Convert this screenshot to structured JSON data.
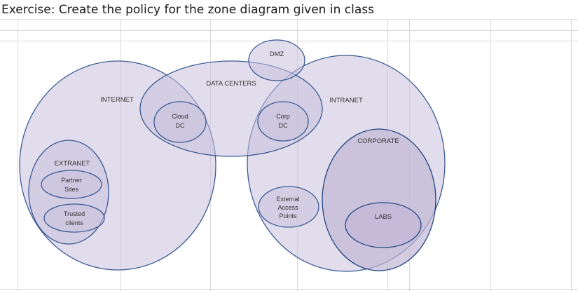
{
  "header": {
    "title": "Exercise: Create the policy for the zone diagram given in class"
  },
  "diagram": {
    "zones": {
      "internet": "INTERNET",
      "data_centers": "DATA CENTERS",
      "dmz": "DMZ",
      "intranet": "INTRANET",
      "extranet": "EXTRANET",
      "partner_sites": [
        "Partner",
        "Sites"
      ],
      "trusted_clients": [
        "Trusted",
        "clients"
      ],
      "cloud_dc": [
        "Cloud",
        "DC"
      ],
      "corp_dc": [
        "Corp",
        "DC"
      ],
      "corporate": "CORPORATE",
      "external_access_points": [
        "External",
        "Access",
        "Points"
      ],
      "labs": "LABS"
    }
  },
  "colors": {
    "zone_fill": "#c9c1dc",
    "zone_stroke": "#3b5a92",
    "gridline": "#d9d9d9"
  }
}
